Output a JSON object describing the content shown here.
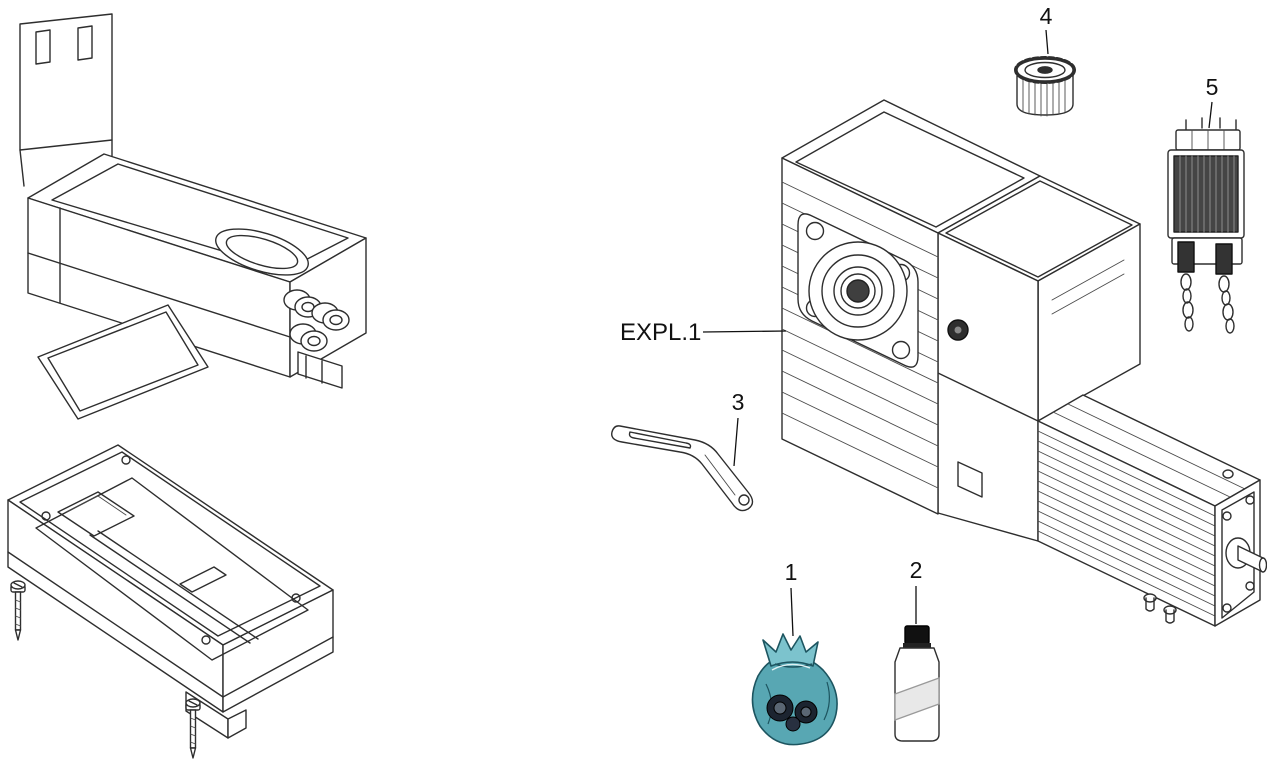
{
  "diagram": {
    "assembly_label": "EXPL.1",
    "callouts": [
      {
        "number": "1",
        "part": "hardware-bag"
      },
      {
        "number": "2",
        "part": "oil-bottle"
      },
      {
        "number": "3",
        "part": "release-lever"
      },
      {
        "number": "4",
        "part": "pinion-gear"
      },
      {
        "number": "5",
        "part": "brake-module"
      }
    ],
    "colors": {
      "line": "#2e2e2e",
      "label_text": "#111111",
      "bag_fill": "#58a7b3",
      "bag_fold": "#7cc3cd",
      "bag_outline": "#1d5560",
      "bag_contents": "#1c2430",
      "brake_body": "#454545",
      "bottle_cap": "#111111",
      "bottle_label": "#e8e8e8",
      "background": "#ffffff"
    }
  }
}
